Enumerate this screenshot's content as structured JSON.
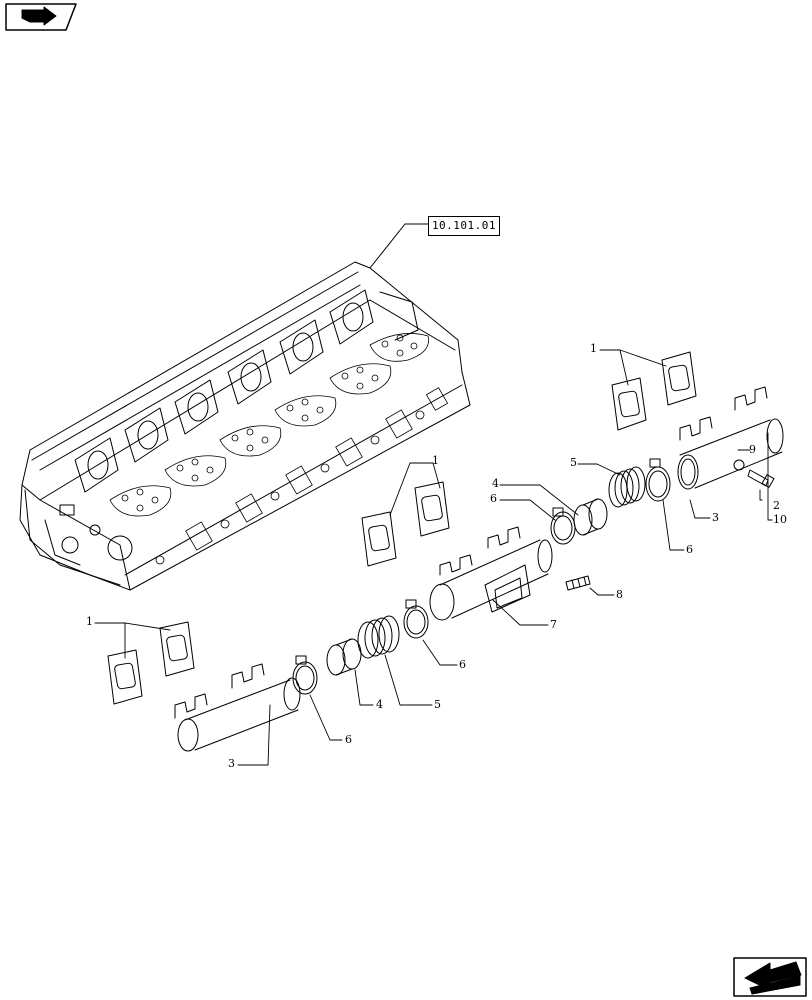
{
  "reference": "10.101.01",
  "callouts": {
    "c1a": "1",
    "c1b": "1",
    "c1c": "1",
    "c2": "2",
    "c3a": "3",
    "c3b": "3",
    "c4a": "4",
    "c4b": "4",
    "c5a": "5",
    "c5b": "5",
    "c6a": "6",
    "c6b": "6",
    "c6c": "6",
    "c6d": "6",
    "c7": "7",
    "c8": "8",
    "c9": "9",
    "c10": "10"
  },
  "icons": {
    "top": "forward-arrow-icon",
    "bottom": "back-arrow-icon"
  }
}
